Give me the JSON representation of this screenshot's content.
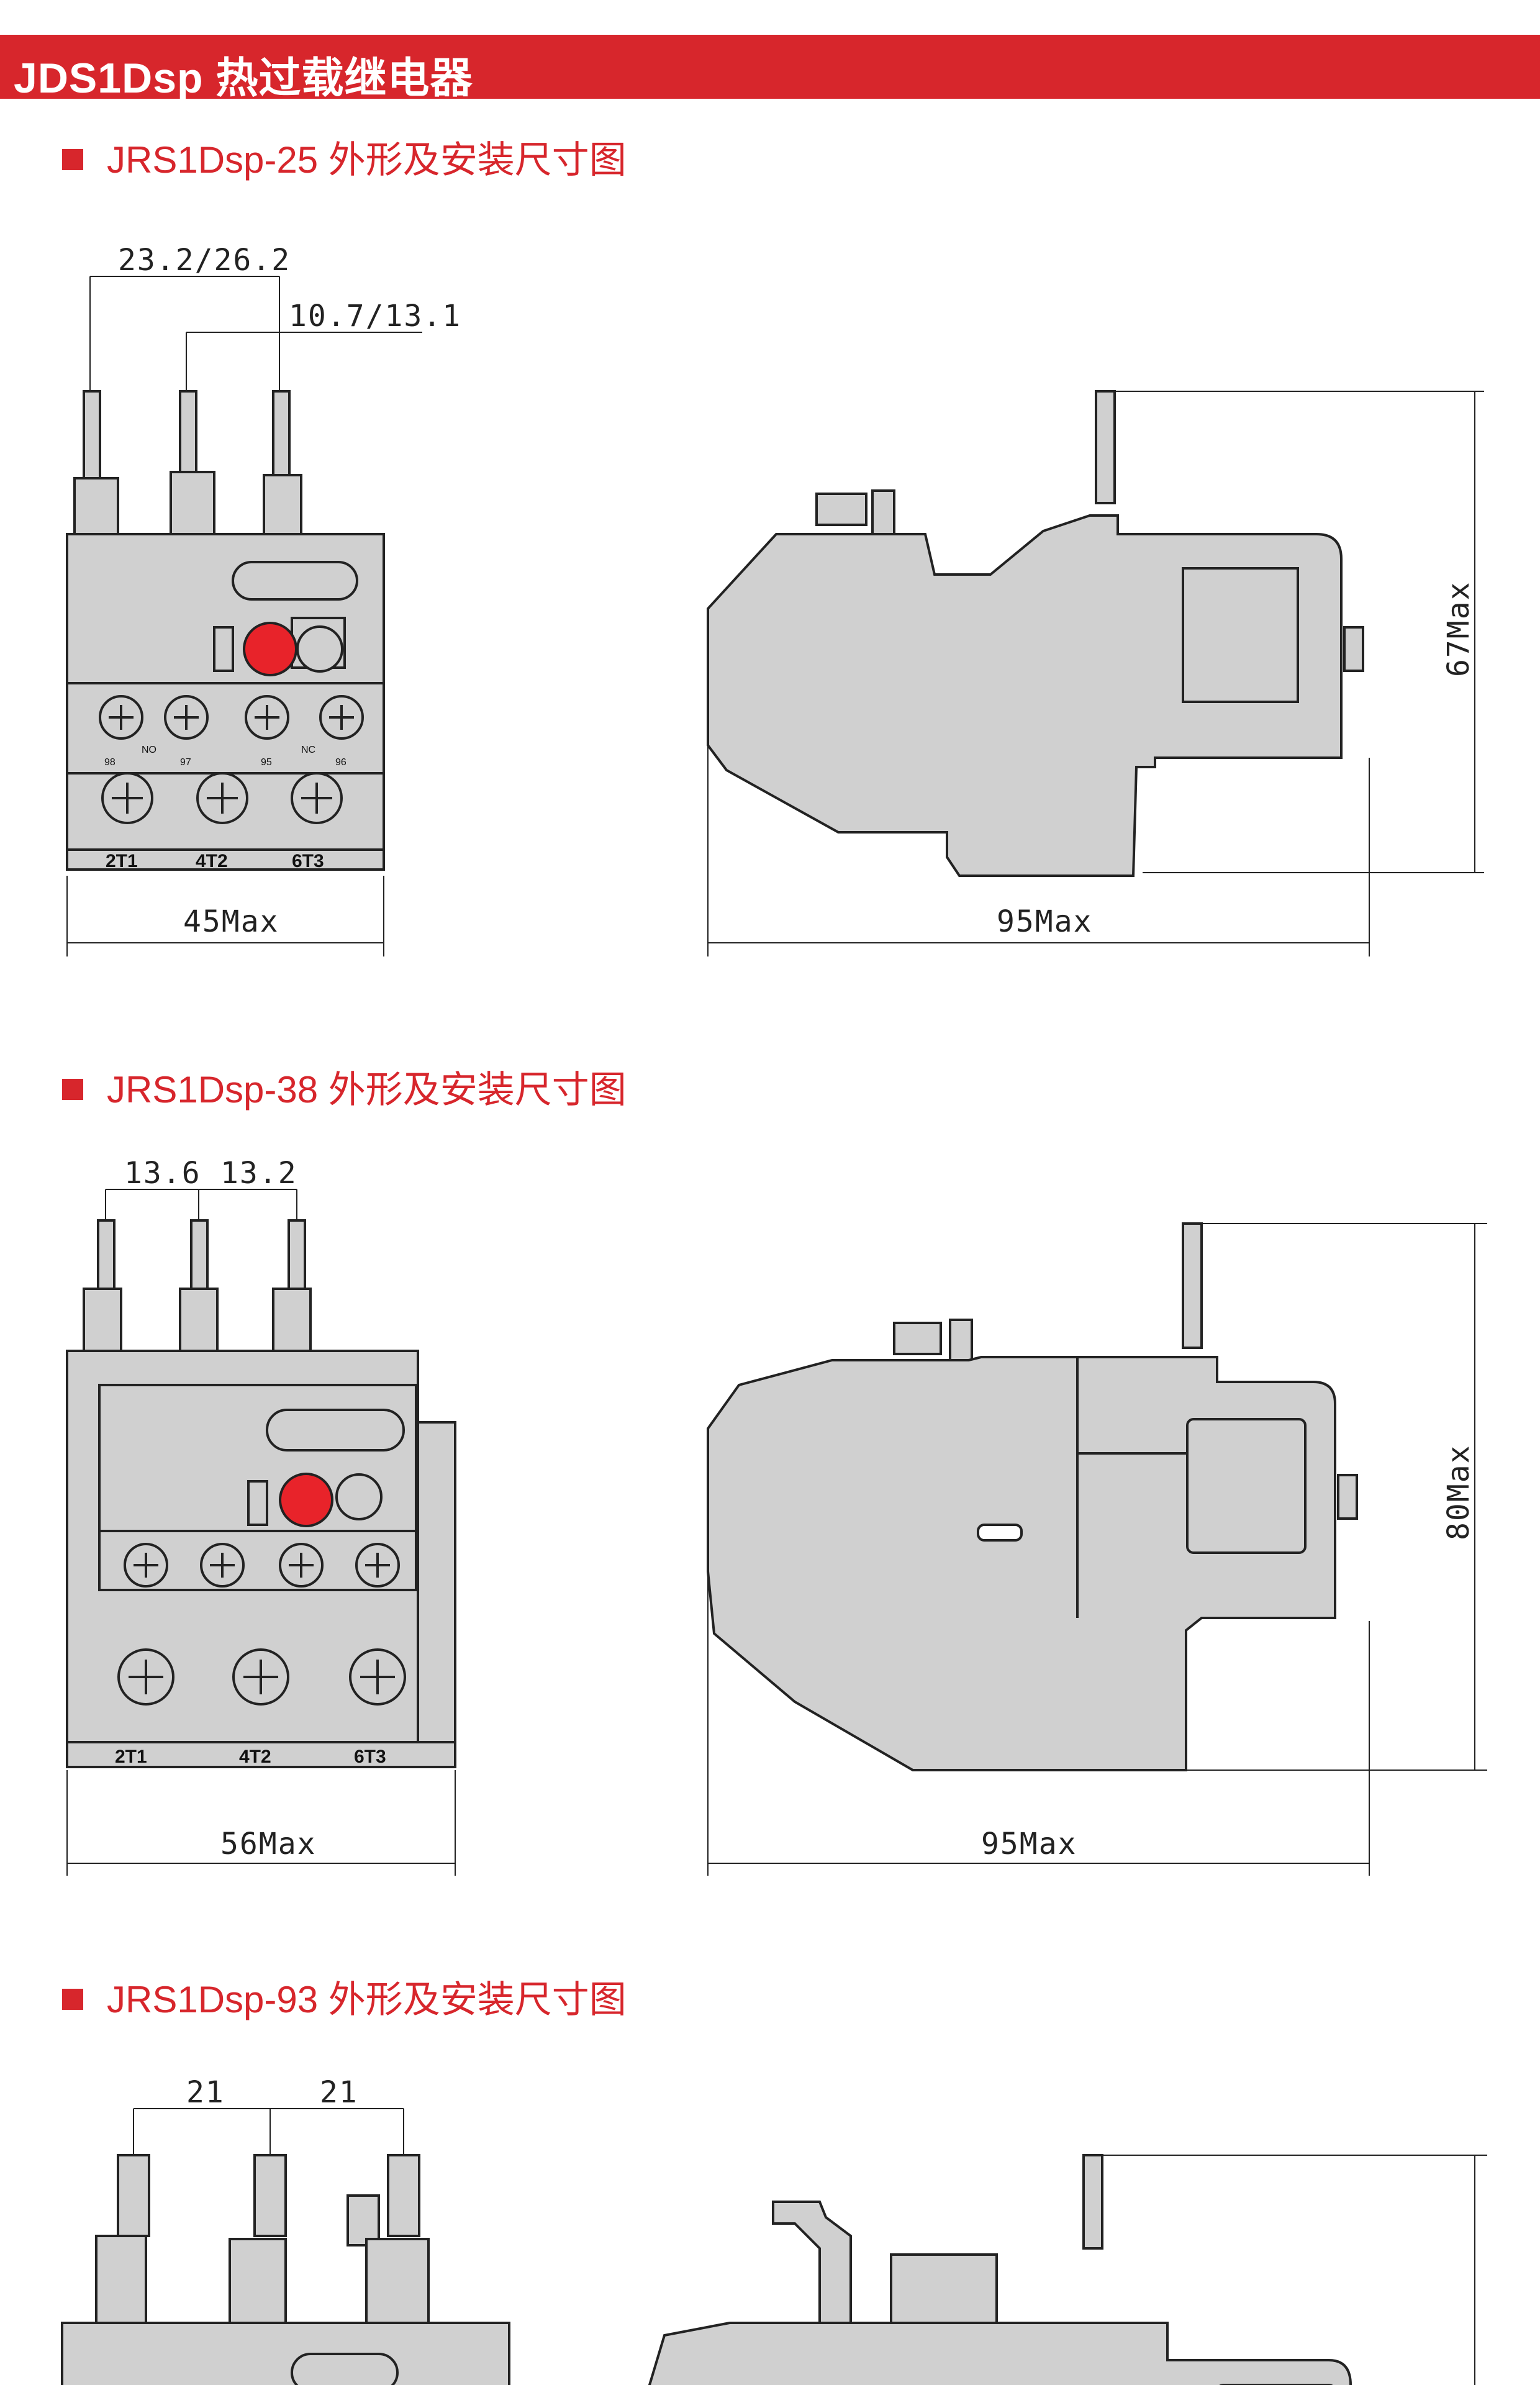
{
  "header": {
    "title": "JDS1Dsp 热过载继电器"
  },
  "colors": {
    "accent": "#d7262c",
    "body_gray": "#d0d0d0",
    "line": "#222222"
  },
  "sections": [
    {
      "title": "JRS1Dsp-25 外形及安装尺寸图",
      "front": {
        "pitch_label": "23.2/26.2",
        "pitch2_label": "10.7/13.1",
        "width_label": "45Max",
        "terminal_labels": [
          "2T1",
          "4T2",
          "6T3"
        ],
        "contact_labels": [
          "98",
          "NO",
          "97",
          "95",
          "NC",
          "96"
        ]
      },
      "side": {
        "depth_label": "95Max",
        "height_label": "67Max"
      }
    },
    {
      "title": "JRS1Dsp-38 外形及安装尺寸图",
      "front": {
        "pitch_label": "13.6",
        "pitch2_label": "13.2",
        "width_label": "56Max",
        "terminal_labels": [
          "2T1",
          "4T2",
          "6T3"
        ]
      },
      "side": {
        "depth_label": "95Max",
        "height_label": "80Max"
      }
    },
    {
      "title": "JRS1Dsp-93 外形及安装尺寸图",
      "front": {
        "pitch_label": "21",
        "pitch2_label": "21"
      }
    }
  ]
}
